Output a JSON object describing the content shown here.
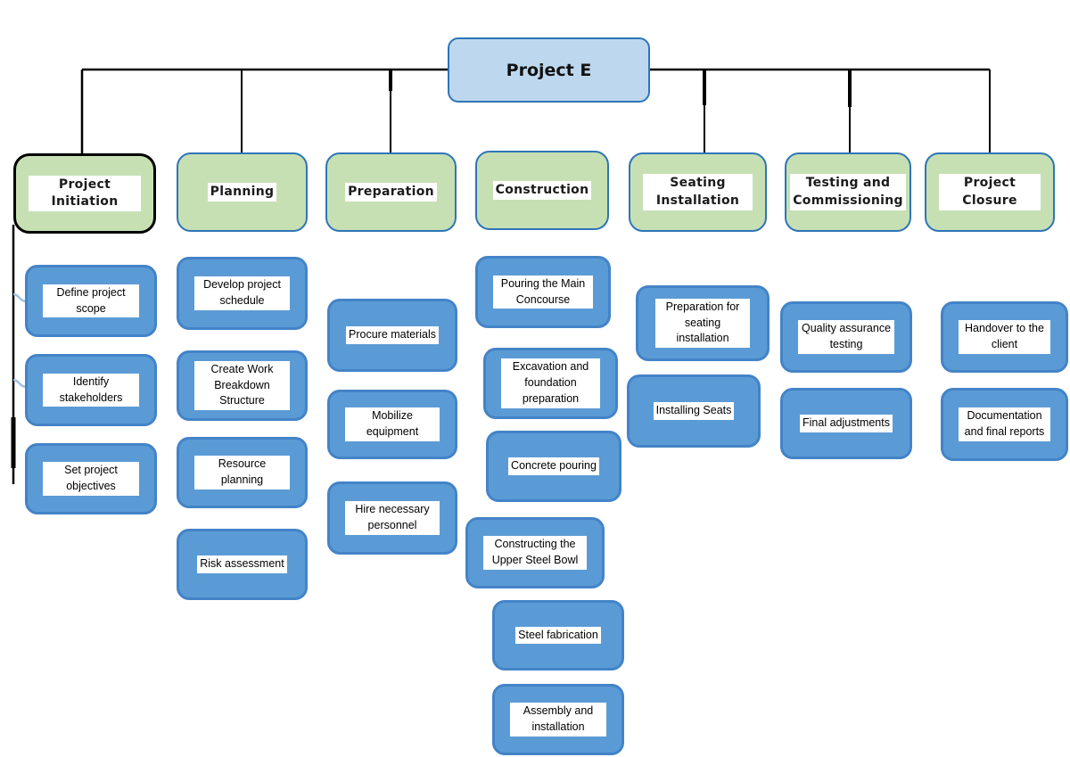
{
  "diagram": {
    "root": {
      "label": "Project E"
    },
    "phases": [
      {
        "label": "Project Initiation",
        "tasks": [
          "Define project scope",
          "Identify stakeholders",
          "Set project objectives"
        ]
      },
      {
        "label": "Planning",
        "tasks": [
          "Develop project schedule",
          "Create Work Breakdown Structure",
          "Resource planning",
          "Risk assessment"
        ]
      },
      {
        "label": "Preparation",
        "tasks": [
          "Procure materials",
          "Mobilize equipment",
          "Hire necessary personnel"
        ]
      },
      {
        "label": "Construction",
        "tasks": [
          "Pouring the Main Concourse",
          "Excavation and foundation preparation",
          "Concrete pouring",
          "Constructing the Upper Steel Bowl",
          "Steel fabrication",
          "Assembly and installation"
        ]
      },
      {
        "label": "Seating Installation",
        "tasks": [
          "Preparation for seating installation",
          "Installing Seats"
        ]
      },
      {
        "label": "Testing and Commissioning",
        "tasks": [
          "Quality assurance testing",
          "Final adjustments"
        ]
      },
      {
        "label": "Project Closure",
        "tasks": [
          "Handover to the client",
          "Documentation and final reports"
        ]
      }
    ],
    "colors": {
      "root_fill": "#BDD7EE",
      "root_border": "#2E75B6",
      "phase_fill": "#C6E0B4",
      "phase_border": "#2E75B6",
      "selected_phase_border": "#000000",
      "task_fill": "#5B9BD5",
      "task_border": "#4383C8",
      "connector": "#000000",
      "connector_stub": "#9DC3E6",
      "label_background": "#FFFFFF"
    }
  }
}
